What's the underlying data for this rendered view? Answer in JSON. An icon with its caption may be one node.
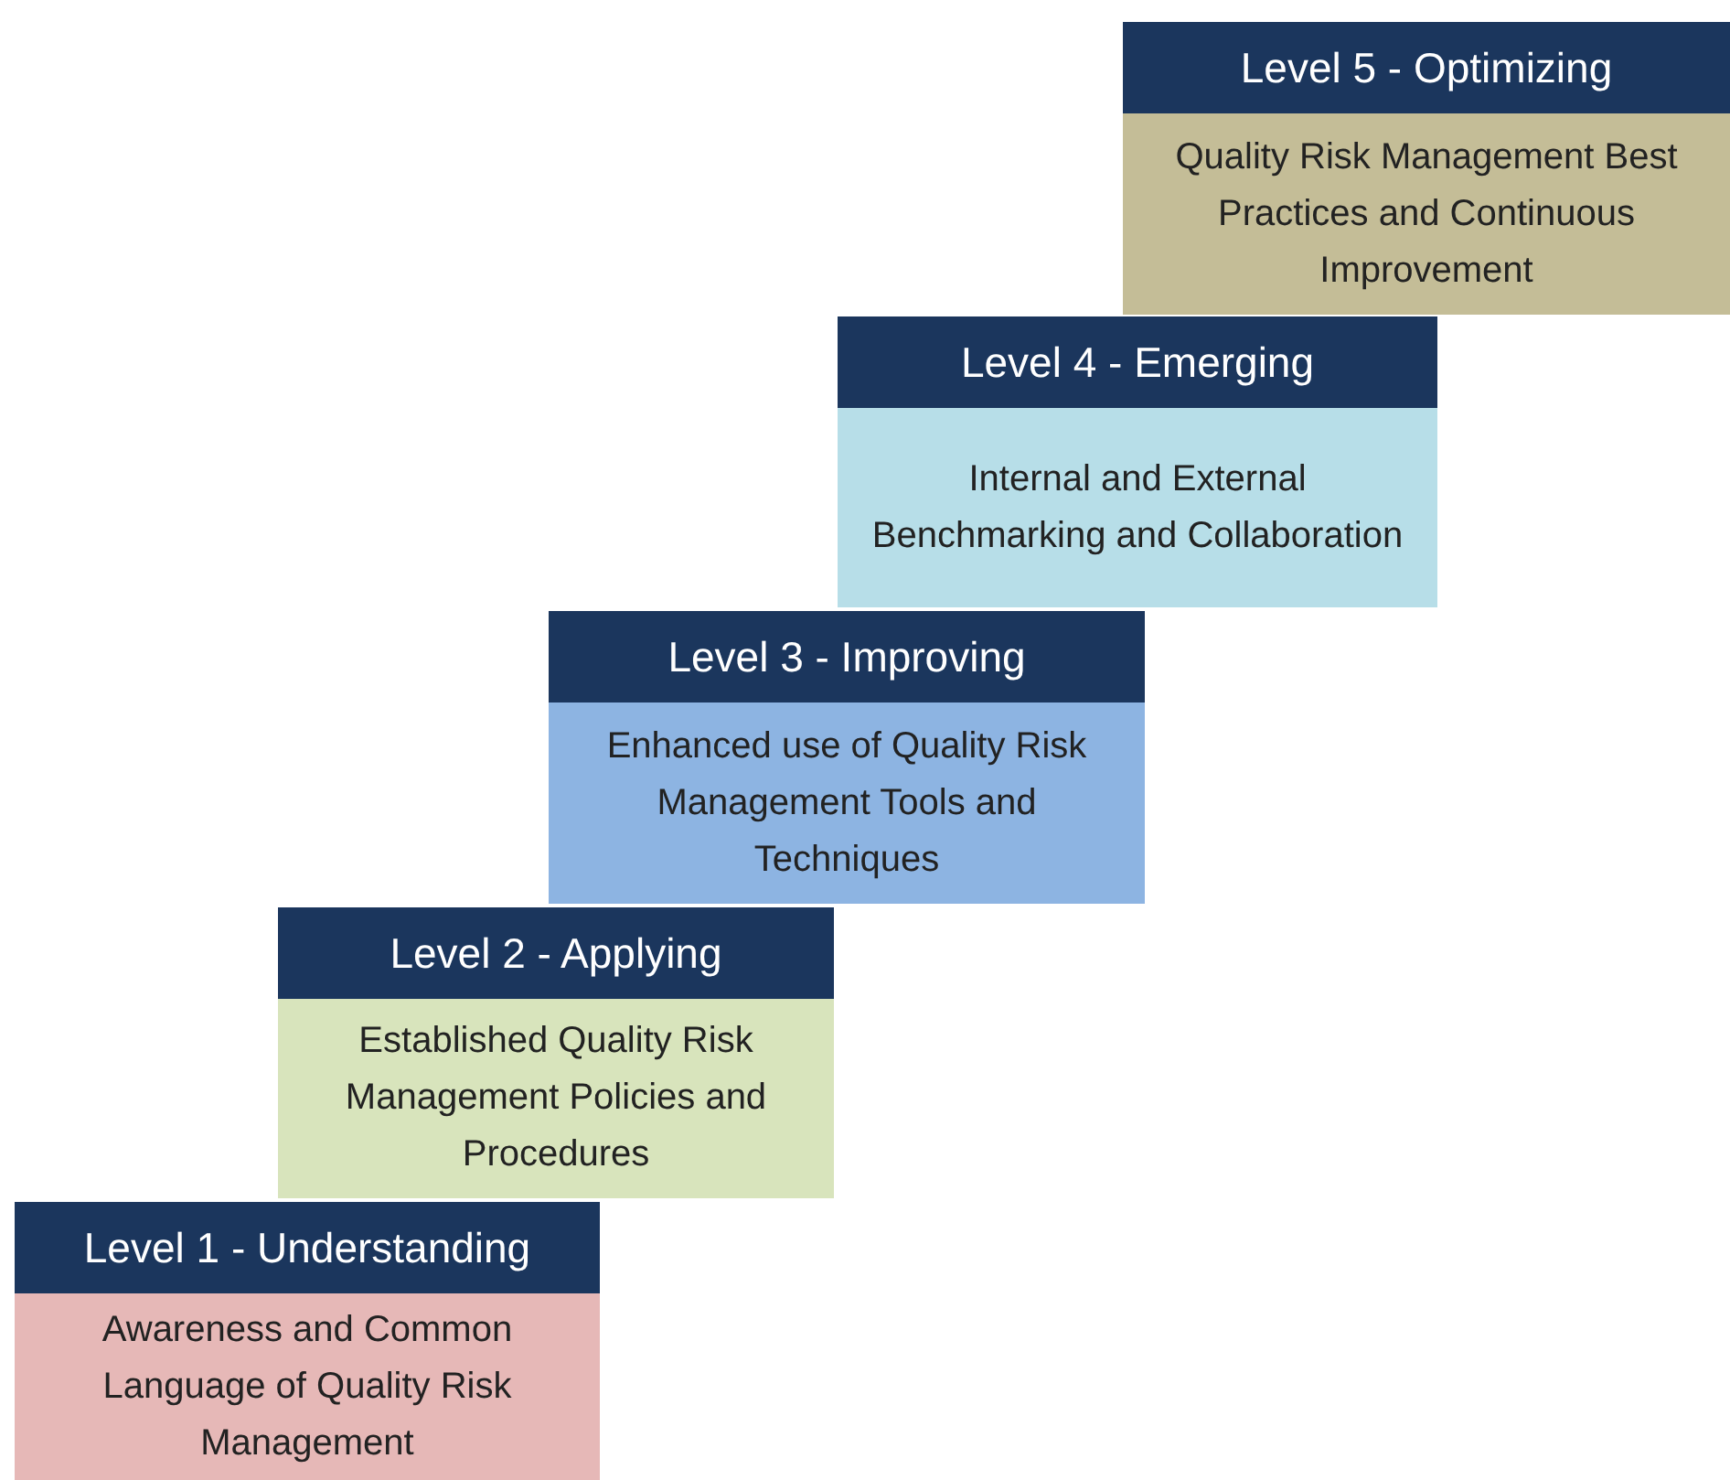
{
  "diagram": {
    "nodes": [
      {
        "text": [
          "Level 5 - Optimizing",
          "Quality Risk Management Best Practices and Continuous Improvement"
        ]
      },
      {
        "text": [
          "Level 4 - Emerging",
          "Internal and External Benchmarking and Collaboration"
        ]
      },
      {
        "text": [
          "Level 3 - Improving",
          "Enhanced use of Quality Risk Management Tools and Techniques"
        ]
      },
      {
        "text": [
          "Level 2 - Applying",
          "Established Quality Risk Management Policies and Procedures"
        ]
      },
      {
        "text": [
          "Level 1 - Understanding",
          "Awareness and Common Language of Quality Risk Management"
        ]
      }
    ]
  }
}
